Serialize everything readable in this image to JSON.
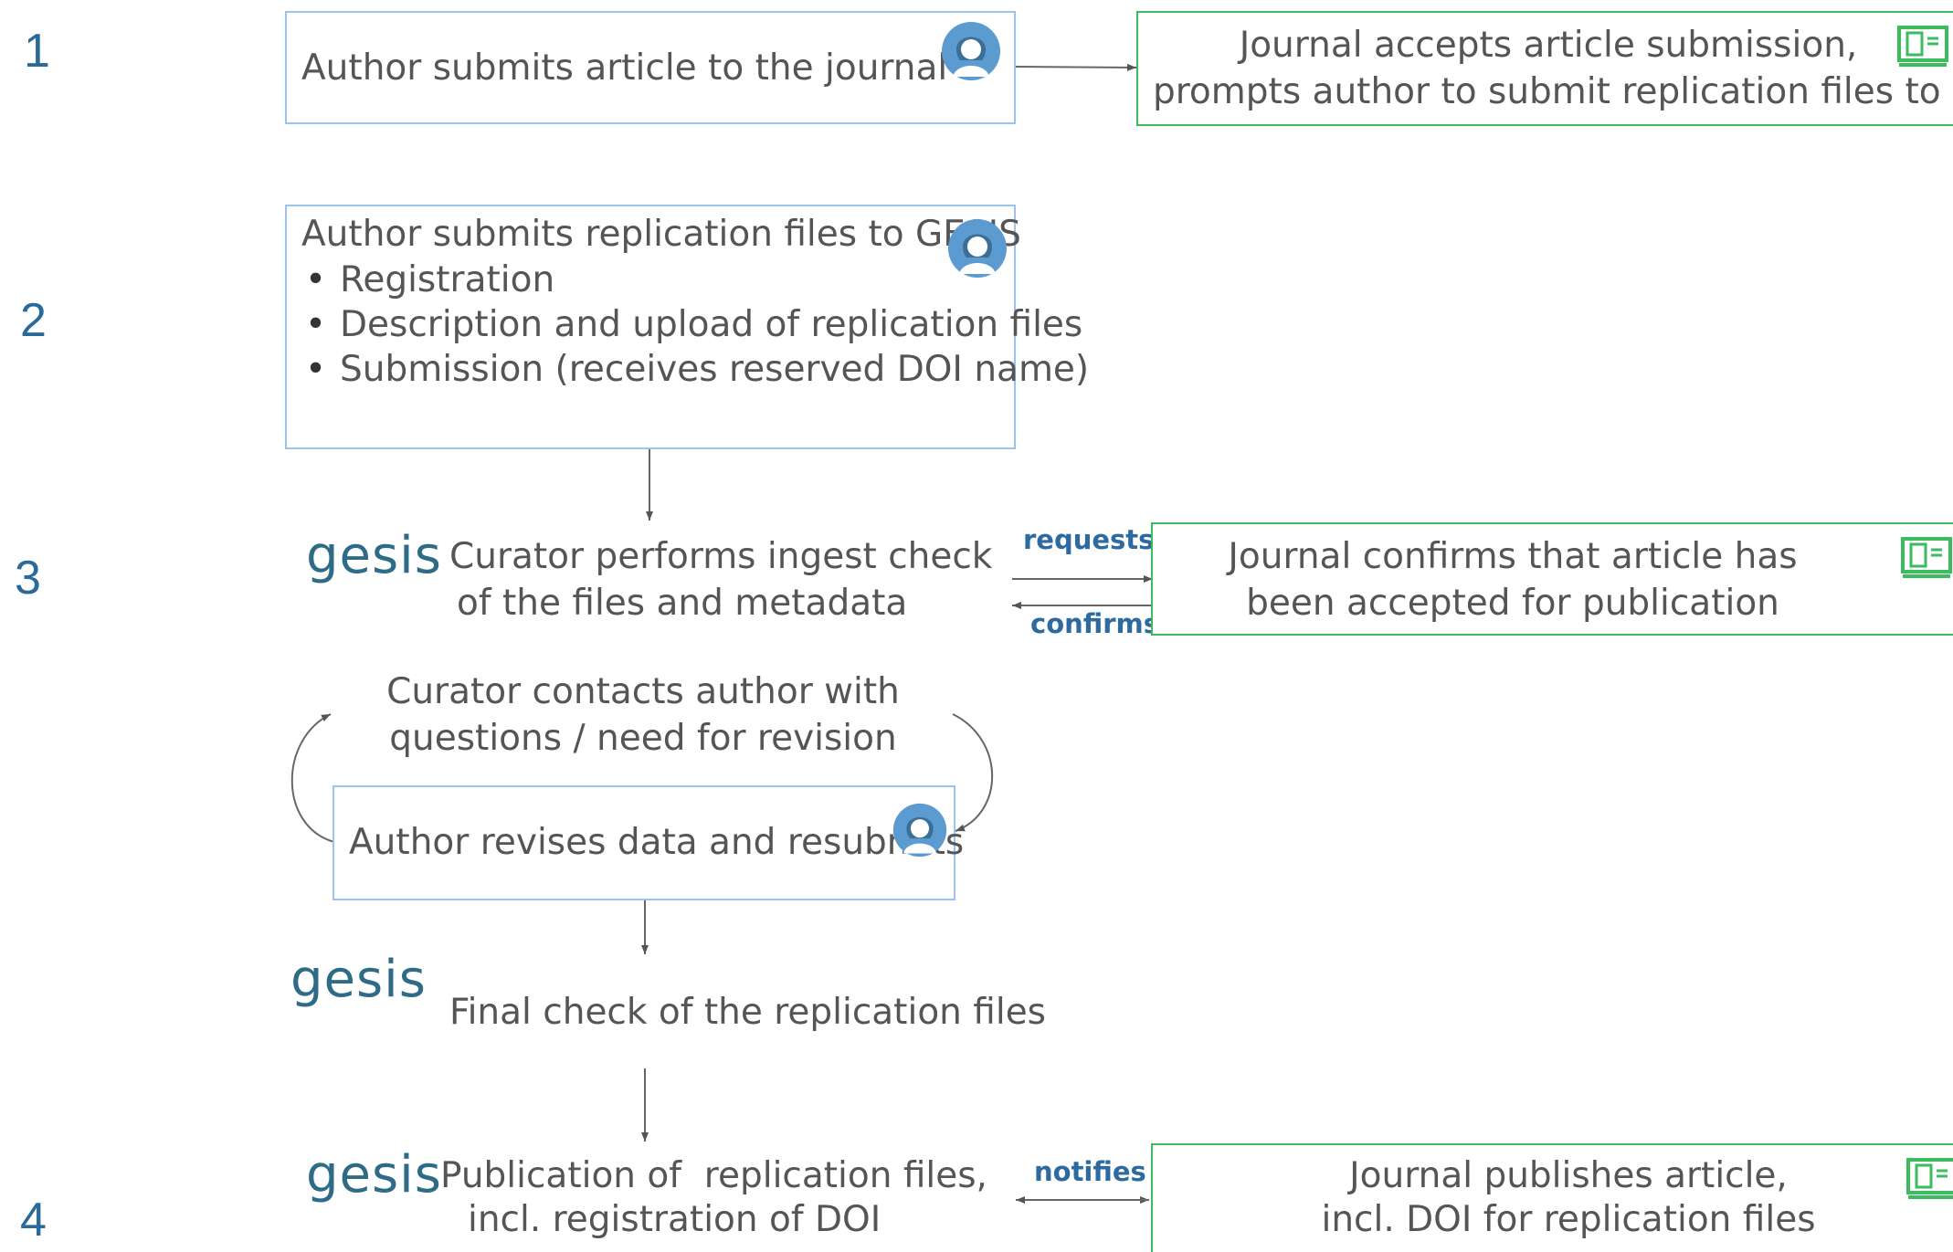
{
  "steps": [
    "1",
    "2",
    "3",
    "4"
  ],
  "boxes": {
    "author_submit_article": "Author submits article to the journal",
    "journal_accepts": [
      "Journal accepts article submission,",
      "prompts author to submit replication files to GESIS"
    ],
    "author_replication": {
      "title": "Author submits replication files to GESIS",
      "items": [
        "Registration",
        "Description and upload of replication files",
        "Submission (receives reserved DOI name)"
      ]
    },
    "journal_confirms": [
      "Journal confirms that article has",
      "been accepted for publication"
    ],
    "author_revises": "Author revises data and resubmits",
    "journal_publishes": [
      "Journal publishes article,",
      "incl. DOI for replication files"
    ]
  },
  "gesis_text": "gesis",
  "curator_ingest": [
    "Curator performs ingest check",
    "of the files and metadata"
  ],
  "curator_contacts": [
    "Curator contacts author with",
    "questions / need for revision"
  ],
  "final_check": "Final check of the replication files",
  "publication": [
    "Publication of  replication files,",
    "incl. registration of DOI"
  ],
  "labels": {
    "requests": "requests",
    "confirms": "confirms",
    "notifies": "notifies"
  },
  "icons": {
    "author": "user-avatar-icon",
    "journal": "journal-book-icon"
  },
  "colors": {
    "blue_border": "#9cc3ea",
    "green_border": "#3dbb5f",
    "gesis_teal": "#2d6b87",
    "step_blue": "#2a6a9a",
    "label_blue": "#2c6aa0"
  }
}
